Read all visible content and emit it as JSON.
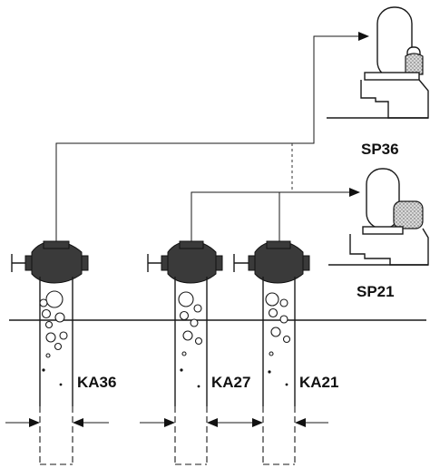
{
  "labels": {
    "sp36": "SP36",
    "sp21": "SP21",
    "ka36": "KA36",
    "ka27": "KA27",
    "ka21": "KA21"
  },
  "colors": {
    "ink": "#1a1a1a",
    "valve": "#3a3a3a",
    "background": "#ffffff"
  }
}
